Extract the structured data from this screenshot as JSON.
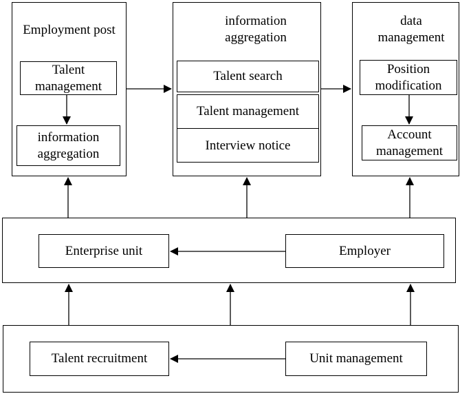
{
  "columns": {
    "employment_post": {
      "title": "Employment post",
      "items": [
        "Talent\nmanagement",
        "information\naggregation"
      ]
    },
    "information_aggregation": {
      "title": "information\naggregation",
      "items": [
        "Talent search",
        "Talent management",
        "Interview notice"
      ]
    },
    "data_management": {
      "title": "data\nmanagement",
      "items": [
        "Position\nmodification",
        "Account\nmanagement"
      ]
    }
  },
  "middle_layer": {
    "left": "Enterprise unit",
    "right": "Employer"
  },
  "bottom_layer": {
    "left": "Talent recruitment",
    "right": "Unit management"
  }
}
